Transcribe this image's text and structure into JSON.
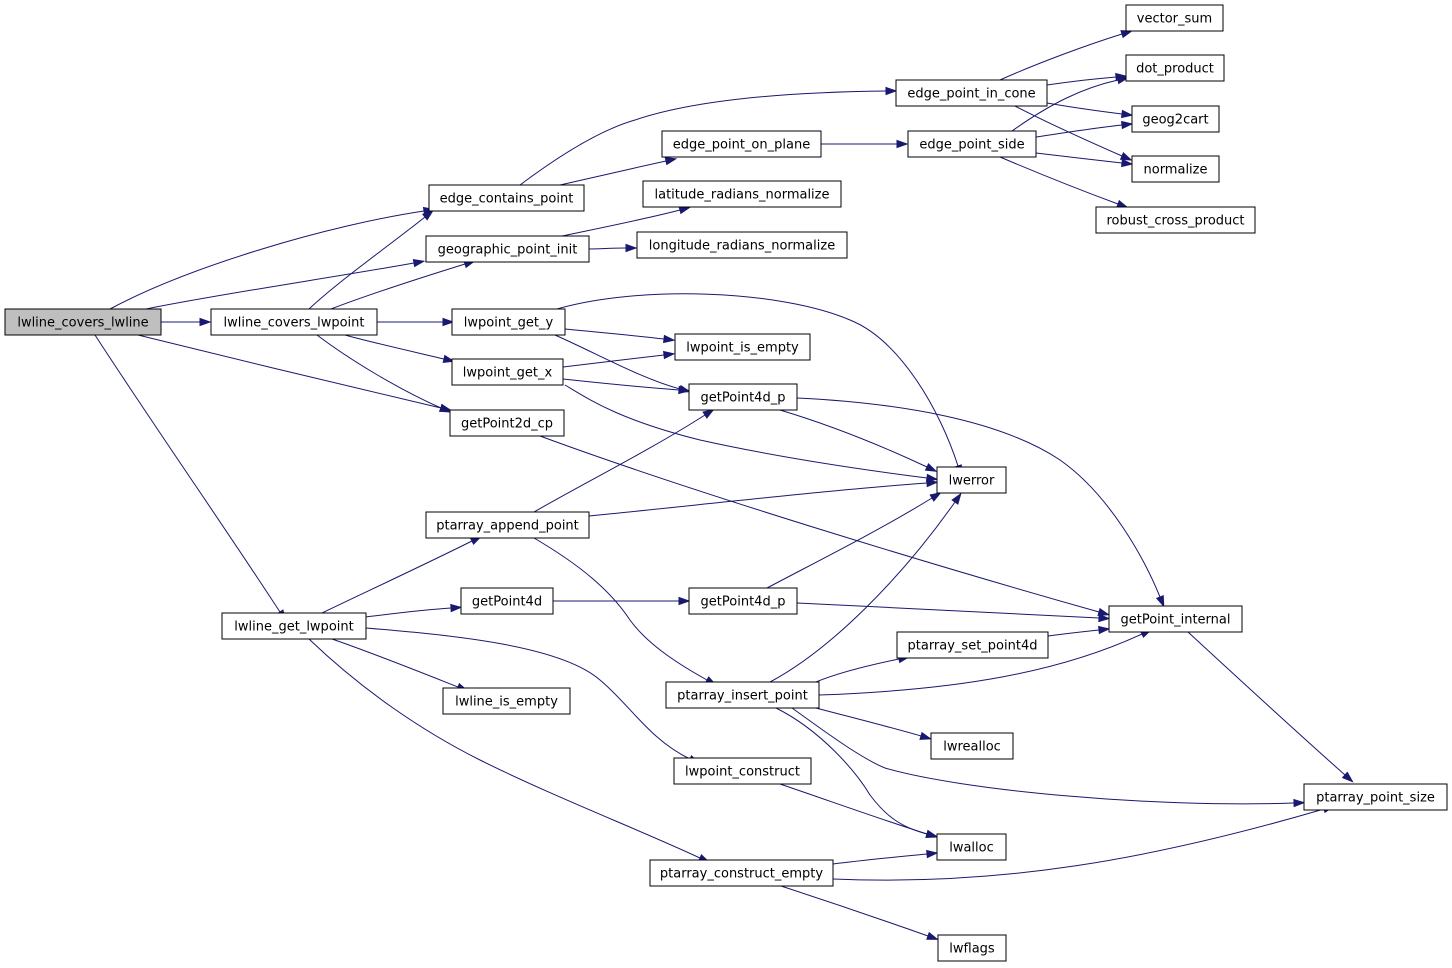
{
  "nodes": [
    {
      "id": "lwline_covers_lwline",
      "label": "lwline_covers_lwline",
      "root": true
    },
    {
      "id": "lwline_covers_lwpoint",
      "label": "lwline_covers_lwpoint"
    },
    {
      "id": "lwline_get_lwpoint",
      "label": "lwline_get_lwpoint"
    },
    {
      "id": "edge_contains_point",
      "label": "edge_contains_point"
    },
    {
      "id": "geographic_point_init",
      "label": "geographic_point_init"
    },
    {
      "id": "getPoint2d_cp",
      "label": "getPoint2d_cp"
    },
    {
      "id": "lwpoint_get_y",
      "label": "lwpoint_get_y"
    },
    {
      "id": "lwpoint_get_x",
      "label": "lwpoint_get_x"
    },
    {
      "id": "edge_point_on_plane",
      "label": "edge_point_on_plane"
    },
    {
      "id": "edge_point_in_cone",
      "label": "edge_point_in_cone"
    },
    {
      "id": "edge_point_side",
      "label": "edge_point_side"
    },
    {
      "id": "latitude_radians_normalize",
      "label": "latitude_radians_normalize"
    },
    {
      "id": "longitude_radians_normalize",
      "label": "longitude_radians_normalize"
    },
    {
      "id": "vector_sum",
      "label": "vector_sum"
    },
    {
      "id": "dot_product",
      "label": "dot_product"
    },
    {
      "id": "geog2cart",
      "label": "geog2cart"
    },
    {
      "id": "normalize",
      "label": "normalize"
    },
    {
      "id": "robust_cross_product",
      "label": "robust_cross_product"
    },
    {
      "id": "lwpoint_is_empty",
      "label": "lwpoint_is_empty"
    },
    {
      "id": "getPoint4d_p_1",
      "label": "getPoint4d_p"
    },
    {
      "id": "lwerror",
      "label": "lwerror"
    },
    {
      "id": "ptarray_append_point",
      "label": "ptarray_append_point"
    },
    {
      "id": "getPoint4d",
      "label": "getPoint4d"
    },
    {
      "id": "getPoint4d_p_2",
      "label": "getPoint4d_p"
    },
    {
      "id": "getPoint_internal",
      "label": "getPoint_internal"
    },
    {
      "id": "ptarray_set_point4d",
      "label": "ptarray_set_point4d"
    },
    {
      "id": "ptarray_insert_point",
      "label": "ptarray_insert_point"
    },
    {
      "id": "lwline_is_empty",
      "label": "lwline_is_empty"
    },
    {
      "id": "lwrealloc",
      "label": "lwrealloc"
    },
    {
      "id": "lwpoint_construct",
      "label": "lwpoint_construct"
    },
    {
      "id": "ptarray_point_size",
      "label": "ptarray_point_size"
    },
    {
      "id": "lwalloc",
      "label": "lwalloc"
    },
    {
      "id": "ptarray_construct_empty",
      "label": "ptarray_construct_empty"
    },
    {
      "id": "lwflags",
      "label": "lwflags"
    }
  ],
  "edges": [
    [
      "lwline_covers_lwline",
      "lwline_covers_lwpoint"
    ],
    [
      "lwline_covers_lwline",
      "edge_contains_point"
    ],
    [
      "lwline_covers_lwline",
      "geographic_point_init"
    ],
    [
      "lwline_covers_lwline",
      "getPoint2d_cp"
    ],
    [
      "lwline_covers_lwline",
      "lwline_get_lwpoint"
    ],
    [
      "lwline_covers_lwpoint",
      "edge_contains_point"
    ],
    [
      "lwline_covers_lwpoint",
      "geographic_point_init"
    ],
    [
      "lwline_covers_lwpoint",
      "lwpoint_get_y"
    ],
    [
      "lwline_covers_lwpoint",
      "lwpoint_get_x"
    ],
    [
      "lwline_covers_lwpoint",
      "getPoint2d_cp"
    ],
    [
      "edge_contains_point",
      "edge_point_on_plane"
    ],
    [
      "edge_contains_point",
      "edge_point_in_cone"
    ],
    [
      "geographic_point_init",
      "latitude_radians_normalize"
    ],
    [
      "geographic_point_init",
      "longitude_radians_normalize"
    ],
    [
      "edge_point_on_plane",
      "edge_point_side"
    ],
    [
      "edge_point_in_cone",
      "vector_sum"
    ],
    [
      "edge_point_in_cone",
      "dot_product"
    ],
    [
      "edge_point_in_cone",
      "geog2cart"
    ],
    [
      "edge_point_in_cone",
      "normalize"
    ],
    [
      "edge_point_side",
      "dot_product"
    ],
    [
      "edge_point_side",
      "geog2cart"
    ],
    [
      "edge_point_side",
      "normalize"
    ],
    [
      "edge_point_side",
      "robust_cross_product"
    ],
    [
      "lwpoint_get_y",
      "lwpoint_is_empty"
    ],
    [
      "lwpoint_get_y",
      "getPoint4d_p_1"
    ],
    [
      "lwpoint_get_y",
      "lwerror"
    ],
    [
      "lwpoint_get_x",
      "lwpoint_is_empty"
    ],
    [
      "lwpoint_get_x",
      "getPoint4d_p_1"
    ],
    [
      "lwpoint_get_x",
      "lwerror"
    ],
    [
      "getPoint4d_p_1",
      "lwerror"
    ],
    [
      "getPoint4d_p_1",
      "getPoint_internal"
    ],
    [
      "getPoint2d_cp",
      "getPoint_internal"
    ],
    [
      "lwline_get_lwpoint",
      "ptarray_append_point"
    ],
    [
      "lwline_get_lwpoint",
      "getPoint4d"
    ],
    [
      "lwline_get_lwpoint",
      "lwline_is_empty"
    ],
    [
      "lwline_get_lwpoint",
      "lwpoint_construct"
    ],
    [
      "lwline_get_lwpoint",
      "ptarray_construct_empty"
    ],
    [
      "ptarray_append_point",
      "getPoint4d_p_1"
    ],
    [
      "ptarray_append_point",
      "lwerror"
    ],
    [
      "ptarray_append_point",
      "ptarray_insert_point"
    ],
    [
      "getPoint4d",
      "getPoint4d_p_2"
    ],
    [
      "getPoint4d_p_2",
      "lwerror"
    ],
    [
      "getPoint4d_p_2",
      "getPoint_internal"
    ],
    [
      "ptarray_insert_point",
      "lwerror"
    ],
    [
      "ptarray_insert_point",
      "ptarray_set_point4d"
    ],
    [
      "ptarray_insert_point",
      "getPoint_internal"
    ],
    [
      "ptarray_insert_point",
      "lwrealloc"
    ],
    [
      "ptarray_insert_point",
      "ptarray_point_size"
    ],
    [
      "ptarray_insert_point",
      "lwalloc"
    ],
    [
      "ptarray_set_point4d",
      "getPoint_internal"
    ],
    [
      "getPoint_internal",
      "ptarray_point_size"
    ],
    [
      "lwpoint_construct",
      "lwalloc"
    ],
    [
      "ptarray_construct_empty",
      "lwalloc"
    ],
    [
      "ptarray_construct_empty",
      "ptarray_point_size"
    ],
    [
      "ptarray_construct_empty",
      "lwflags"
    ]
  ]
}
